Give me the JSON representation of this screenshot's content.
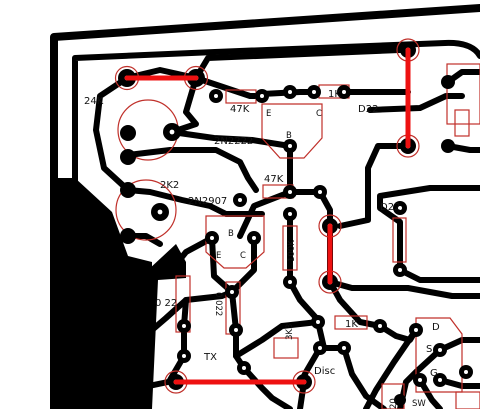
{
  "colors": {
    "trace": "#000000",
    "pad": "#000000",
    "silkscreen": "#c0302a",
    "jumper": "#ee1111",
    "board": "#ffffff",
    "label": "#111111"
  },
  "labels": {
    "r_24k": "24K",
    "r_47k_top": "47K",
    "r_1k_top": "1K",
    "c_d22_top": "D22",
    "q_2n2222": "2N2222",
    "q_2n2222_b": "B",
    "q_2n2222_e": "E",
    "q_2n2222_c": "C",
    "r_2k2": "2K2",
    "r_47k_mid": "47K",
    "q_2n2907": "2N2907",
    "q_2n2907_b": "B",
    "q_2n2907_e": "E",
    "q_2n2907_c": "C",
    "r_100k": "100K",
    "c_d22_right": "D22",
    "c_022": "0 22",
    "c_0022": "0 022",
    "r_3k3": "3K3",
    "r_1k_bottom": "1K",
    "tx": "TX",
    "disc": "Disc",
    "fet_d": "D",
    "fet_s": "S",
    "fet_g": "G",
    "sw": "SW",
    "r_20": "20"
  }
}
